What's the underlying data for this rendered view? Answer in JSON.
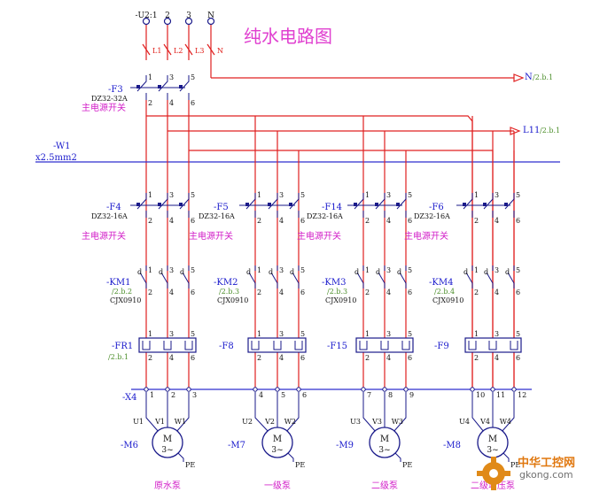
{
  "title": "纯水电路图",
  "supply": {
    "terminals": [
      "-U2:1",
      "2",
      "3",
      "N"
    ],
    "fuse_labels": [
      "L1",
      "L2",
      "L3",
      "N"
    ],
    "breaker_tag": "-F3",
    "breaker_model": "DZ32-32A",
    "breaker_desc": "主电源开关",
    "breaker_poles": [
      "1",
      "3",
      "5",
      "2",
      "4",
      "6"
    ],
    "n_out": "N",
    "n_ref": "/2.b.1",
    "l11_out": "L11",
    "l11_ref": "/2.b.1"
  },
  "cable": {
    "tag": "-W1",
    "spec": "x2.5mm2"
  },
  "branches": [
    {
      "breaker_tag": "-F4",
      "breaker_model": "DZ32-16A",
      "breaker_desc": "主电源开关",
      "km_tag": "-KM1",
      "km_ref": "/2.b.2",
      "km_model": "CJX0910",
      "ol_tag": "-FR1",
      "ol_ref": "/2.b.1",
      "x4_terms": [
        "1",
        "2",
        "3"
      ],
      "motor_terms": [
        "U1",
        "V1",
        "W1"
      ],
      "motor_tag": "-M6",
      "motor_name": "原水泵"
    },
    {
      "breaker_tag": "-F5",
      "breaker_model": "DZ32-16A",
      "breaker_desc": "主电源开关",
      "km_tag": "-KM2",
      "km_ref": "/2.b.3",
      "km_model": "CJX0910",
      "ol_tag": "-F8",
      "ol_ref": "",
      "x4_terms": [
        "4",
        "5",
        "6"
      ],
      "motor_terms": [
        "U2",
        "V2",
        "W2"
      ],
      "motor_tag": "-M7",
      "motor_name": "一级泵"
    },
    {
      "breaker_tag": "-F14",
      "breaker_model": "DZ32-16A",
      "breaker_desc": "主电源开关",
      "km_tag": "-KM3",
      "km_ref": "/2.b.3",
      "km_model": "CJX0910",
      "ol_tag": "-F15",
      "ol_ref": "",
      "x4_terms": [
        "7",
        "8",
        "9"
      ],
      "motor_terms": [
        "U3",
        "V3",
        "W3"
      ],
      "motor_tag": "-M9",
      "motor_name": "二级泵"
    },
    {
      "breaker_tag": "-F6",
      "breaker_model": "DZ32-16A",
      "breaker_desc": "主电源开关",
      "km_tag": "-KM4",
      "km_ref": "/2.b.4",
      "km_model": "CJX0910",
      "ol_tag": "-F9",
      "ol_ref": "",
      "x4_terms": [
        "10",
        "11",
        "12"
      ],
      "motor_terms": [
        "U4",
        "V4",
        "W4"
      ],
      "motor_tag": "-M8",
      "motor_name": "二级增压泵"
    }
  ],
  "pole_numbers": {
    "top": [
      "1",
      "3",
      "5"
    ],
    "bottom": [
      "2",
      "4",
      "6"
    ]
  },
  "terminal_strip_tag": "-X4",
  "motor_symbol": {
    "letter": "M",
    "phase": "3~",
    "pe": "PE"
  },
  "watermark": {
    "main": "中华工控网",
    "site": "gkong.com"
  },
  "colors": {
    "wire": "#e02020",
    "bus": "#2f2fcf",
    "component": "#1a1a8a",
    "desc": "#d21ec8",
    "ref": "#4d8f2c"
  }
}
